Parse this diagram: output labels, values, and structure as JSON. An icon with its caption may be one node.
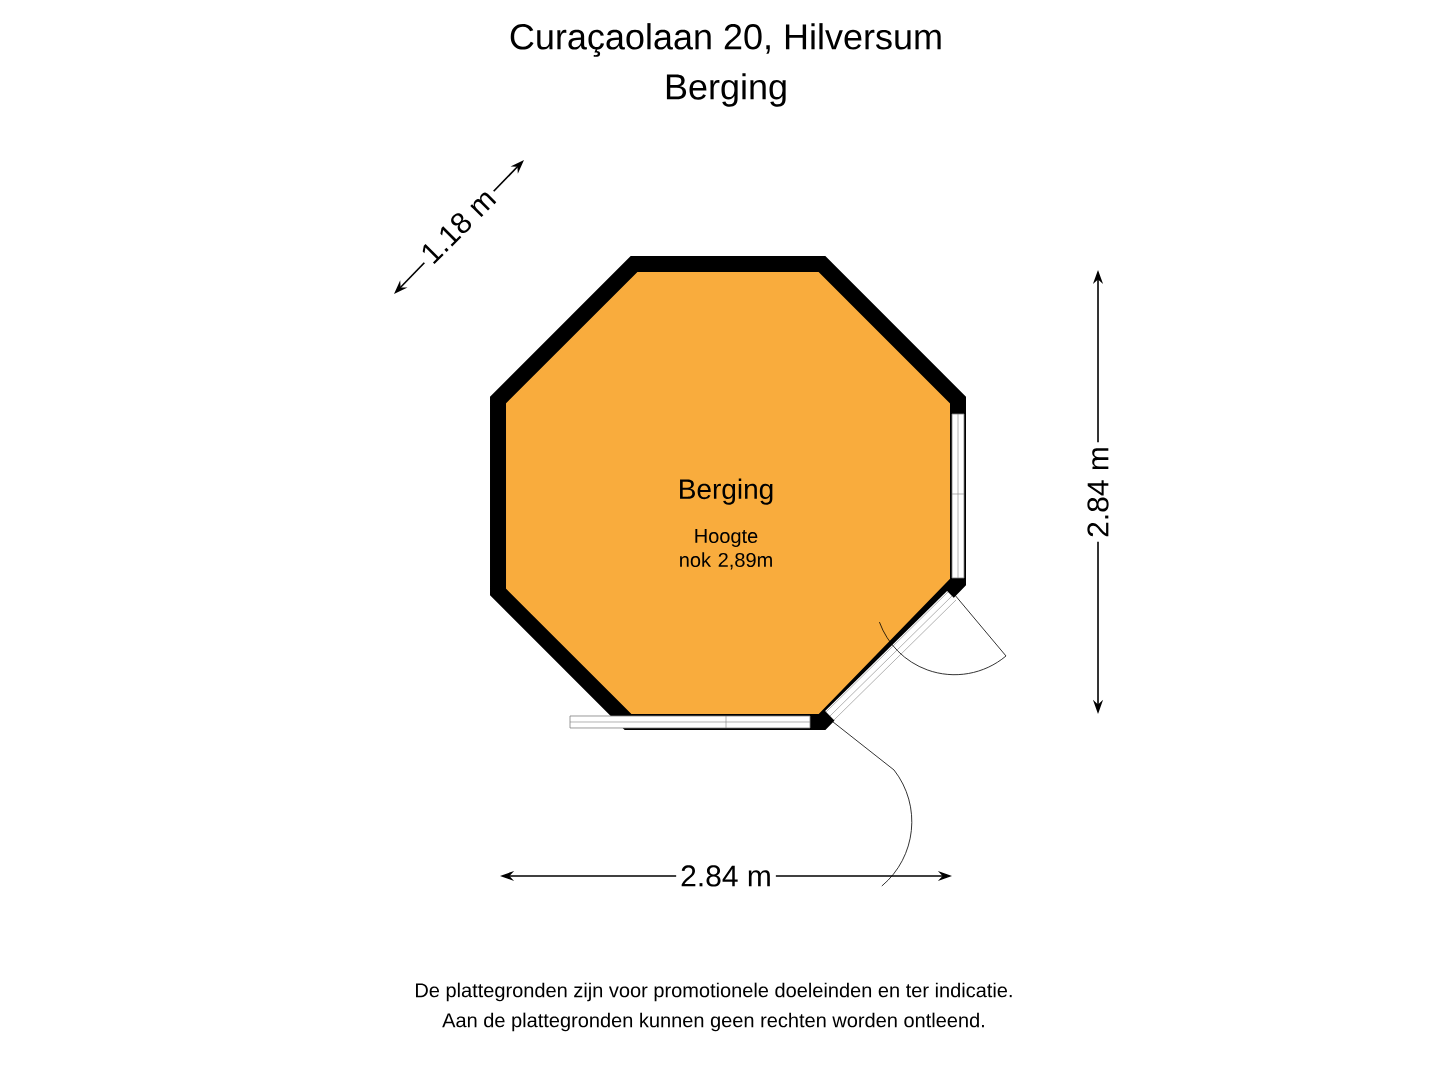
{
  "diagram": {
    "title": "Curaçaolaan 20, Hilversum",
    "nodes": [
      {
        "text": [
          "Berging",
          "Hoogte nok 2,89m"
        ]
      }
    ],
    "labels": [
      "Berging",
      "1.18 m",
      "2.84 m",
      "2.84 m",
      "De plattegronden zijn voor promotionele doeleinden en ter indicatie.",
      "Aan de plattegronden kunnen geen rechten worden ontleend."
    ]
  }
}
